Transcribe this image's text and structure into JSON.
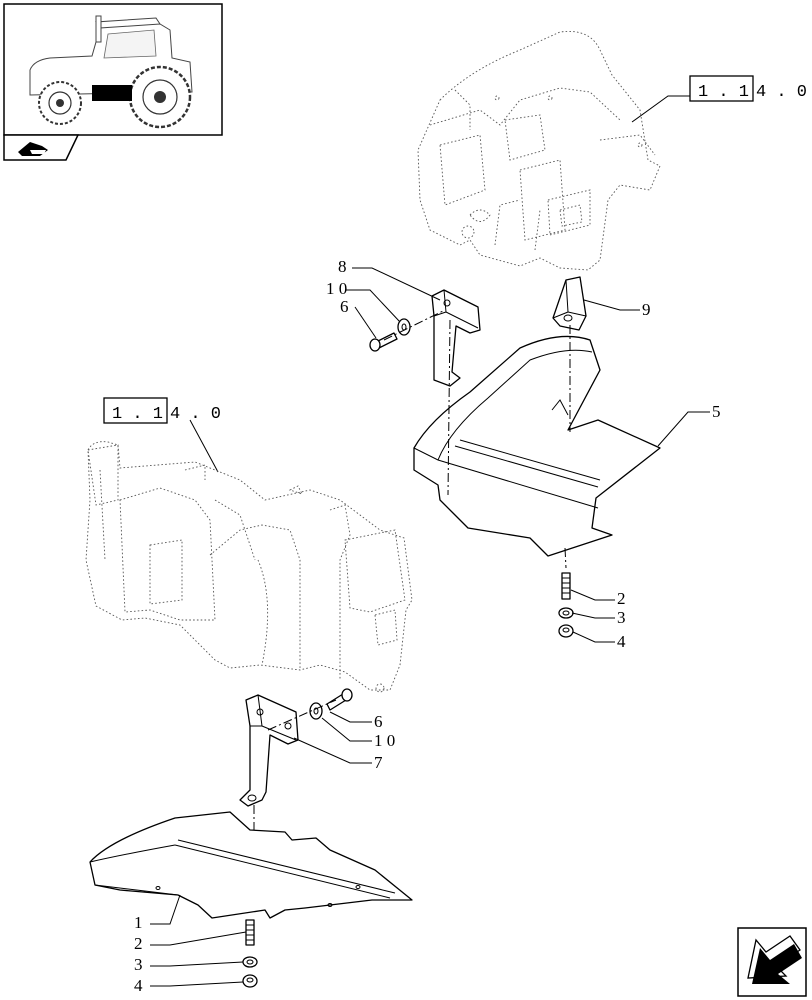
{
  "thumbnail": {
    "name": "tractor-thumbnail",
    "section_icon": "fender-section-icon"
  },
  "navigation": {
    "icon": "next-page-arrow-icon"
  },
  "references": {
    "top": {
      "boxed": "1 . 1",
      "rest": "4 . 0"
    },
    "middle": {
      "boxed": "1 . 1",
      "rest": "4 . 0"
    }
  },
  "callouts": {
    "c1": "1",
    "c2_top": "2",
    "c3_top": "3",
    "c4_top": "4",
    "c5": "5",
    "c6_top": "6",
    "c6_bottom": "6",
    "c7": "7",
    "c8": "8",
    "c9": "9",
    "c10_top": "1 0",
    "c10_bottom": "1 0",
    "c2_bottom": "2",
    "c3_bottom": "3",
    "c4_bottom": "4"
  }
}
